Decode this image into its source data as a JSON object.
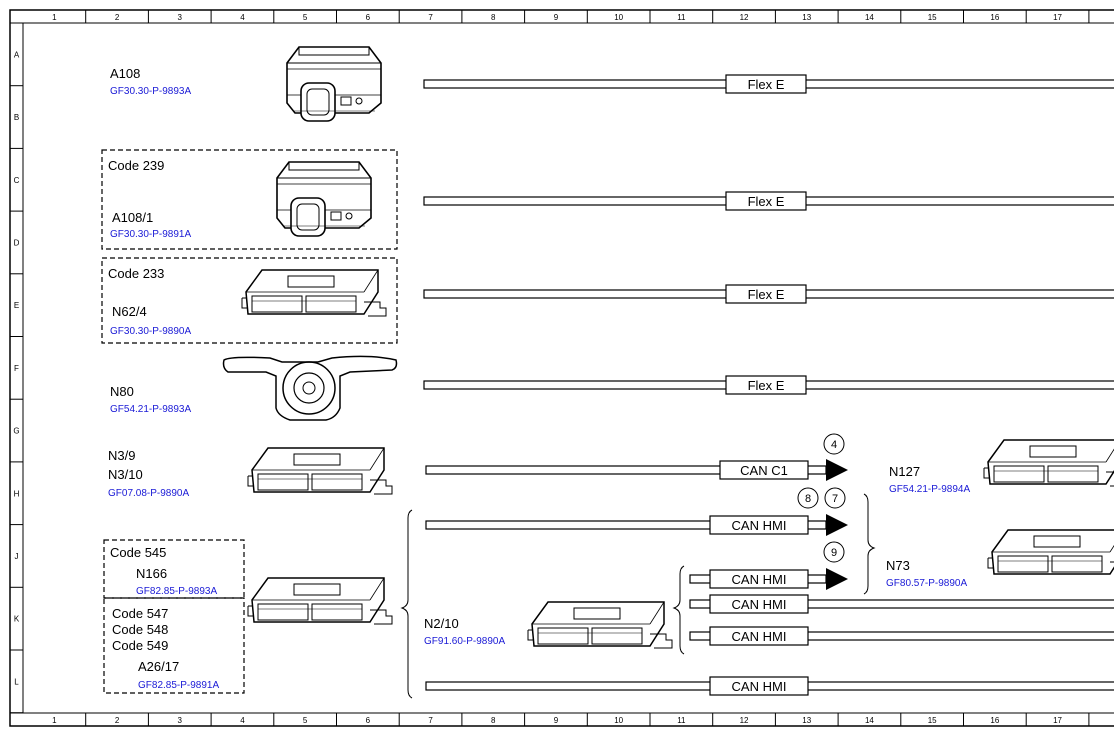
{
  "grid": {
    "columns": [
      "1",
      "2",
      "3",
      "4",
      "5",
      "6",
      "7",
      "8",
      "9",
      "10",
      "11",
      "12",
      "13",
      "14",
      "15",
      "16",
      "17"
    ],
    "rows": [
      "A",
      "B",
      "C",
      "D",
      "E",
      "F",
      "G",
      "H",
      "J",
      "K",
      "L"
    ]
  },
  "components": {
    "a108": {
      "id": "A108",
      "ref": "GF30.30-P-9893A"
    },
    "a108_1": {
      "code": "Code 239",
      "id": "A108/1",
      "ref": "GF30.30-P-9891A"
    },
    "n62_4": {
      "code": "Code 233",
      "id": "N62/4",
      "ref": "GF30.30-P-9890A"
    },
    "n80": {
      "id": "N80",
      "ref": "GF54.21-P-9893A"
    },
    "n3_9": {
      "id1": "N3/9",
      "id2": "N3/10",
      "ref": "GF07.08-P-9890A"
    },
    "n166": {
      "code": "Code 545",
      "id": "N166",
      "ref": "GF82.85-P-9893A"
    },
    "a26_17": {
      "code1": "Code 547",
      "code2": "Code 548",
      "code3": "Code 549",
      "id": "A26/17",
      "ref": "GF82.85-P-9891A"
    },
    "n2_10": {
      "id": "N2/10",
      "ref": "GF91.60-P-9890A"
    },
    "n127": {
      "id": "N127",
      "ref": "GF54.21-P-9894A"
    },
    "n73": {
      "id": "N73",
      "ref": "GF80.57-P-9890A"
    }
  },
  "buses": {
    "flex1": "Flex E",
    "flex2": "Flex E",
    "flex3": "Flex E",
    "flex4": "Flex E",
    "canc1": "CAN C1",
    "canhmi1": "CAN HMI",
    "canhmi2": "CAN HMI",
    "canhmi3": "CAN HMI",
    "canhmi4": "CAN HMI",
    "canhmi5": "CAN HMI"
  },
  "connectors": {
    "c4": "4",
    "c8": "8",
    "c7": "7",
    "c9": "9"
  }
}
